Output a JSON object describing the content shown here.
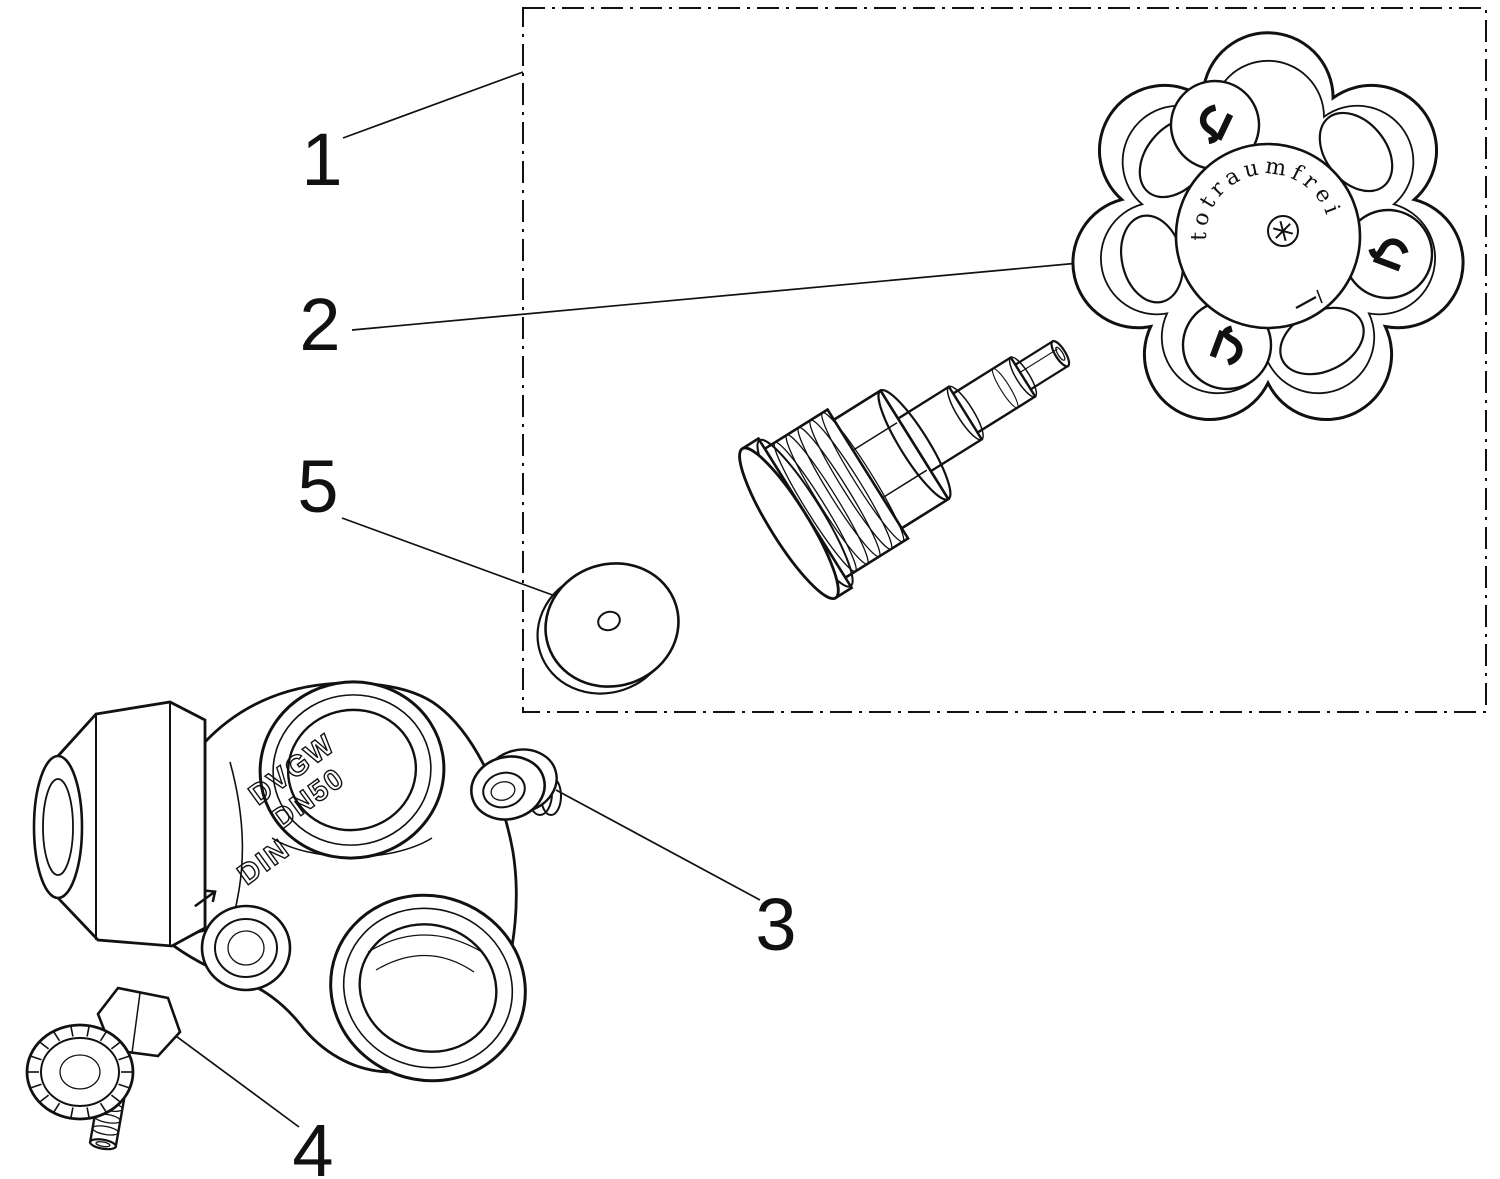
{
  "diagram": {
    "background": "#ffffff",
    "line_color": "#111111",
    "part_labels": {
      "part1": "1",
      "part2": "2",
      "part3": "3",
      "part4": "4",
      "part5": "5"
    },
    "handwheel": {
      "rim_text": "totraumfrei"
    },
    "valve_body": {
      "markings": {
        "line1": "DVGW",
        "line2": "DN50",
        "line3": "DIN"
      }
    }
  }
}
